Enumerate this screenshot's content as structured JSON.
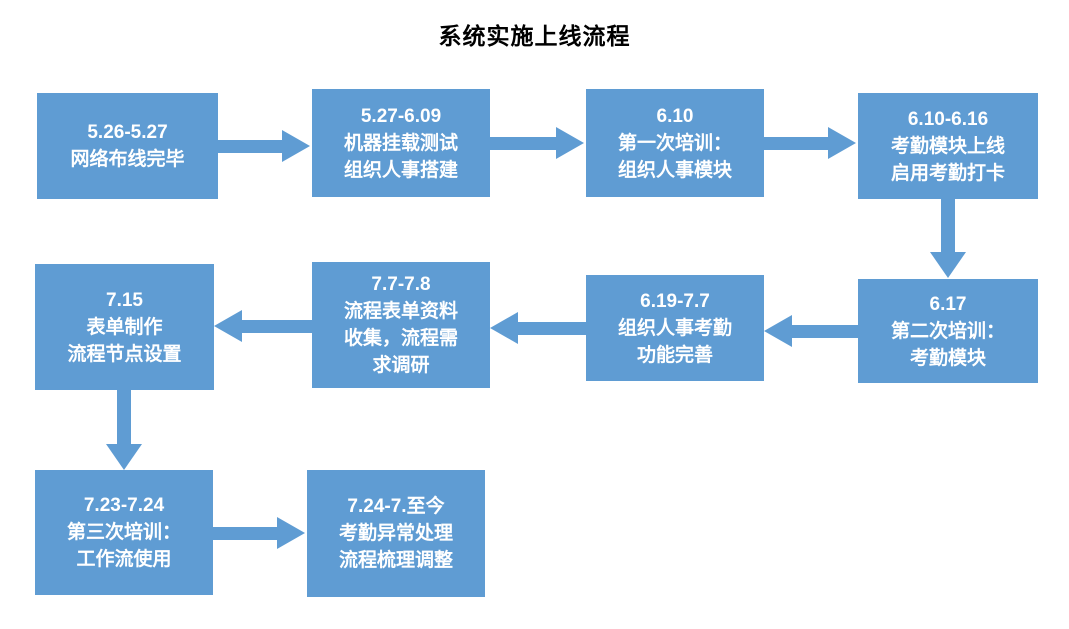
{
  "title": "系统实施上线流程",
  "colors": {
    "node_fill": "#5f9cd3",
    "node_text": "#ffffff",
    "arrow": "#5f9cd3",
    "title_text": "#000000",
    "background": "#ffffff"
  },
  "nodes": [
    {
      "date": "5.26-5.27",
      "lines": [
        "网络布线完毕"
      ]
    },
    {
      "date": "5.27-6.09",
      "lines": [
        "机器挂载测试",
        "组织人事搭建"
      ]
    },
    {
      "date": "6.10",
      "lines": [
        "第一次培训：",
        "组织人事模块"
      ]
    },
    {
      "date": "6.10-6.16",
      "lines": [
        "考勤模块上线",
        "启用考勤打卡"
      ]
    },
    {
      "date": "6.17",
      "lines": [
        "第二次培训：",
        "考勤模块"
      ]
    },
    {
      "date": "6.19-7.7",
      "lines": [
        "组织人事考勤",
        "功能完善"
      ]
    },
    {
      "date": "7.7-7.8",
      "lines": [
        "流程表单资料",
        "收集，流程需",
        "求调研"
      ]
    },
    {
      "date": "7.15",
      "lines": [
        "表单制作",
        "流程节点设置"
      ]
    },
    {
      "date": "7.23-7.24",
      "lines": [
        "第三次培训：",
        "工作流使用"
      ]
    },
    {
      "date": "7.24-7.至今",
      "lines": [
        "考勤异常处理",
        "流程梳理调整"
      ]
    }
  ],
  "connections": [
    {
      "from": 1,
      "to": 2,
      "direction": "right"
    },
    {
      "from": 2,
      "to": 3,
      "direction": "right"
    },
    {
      "from": 3,
      "to": 4,
      "direction": "right"
    },
    {
      "from": 4,
      "to": 5,
      "direction": "down"
    },
    {
      "from": 5,
      "to": 6,
      "direction": "left"
    },
    {
      "from": 6,
      "to": 7,
      "direction": "left"
    },
    {
      "from": 7,
      "to": 8,
      "direction": "left"
    },
    {
      "from": 8,
      "to": 9,
      "direction": "down"
    },
    {
      "from": 9,
      "to": 10,
      "direction": "right"
    }
  ]
}
